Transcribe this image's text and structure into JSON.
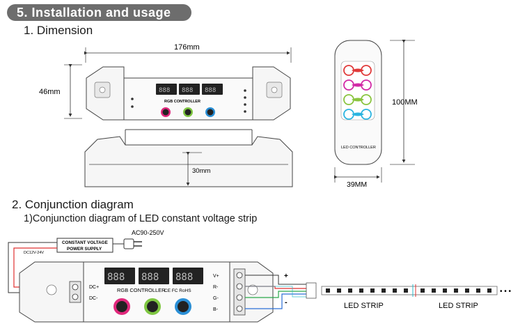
{
  "header": {
    "title": "5. Installation and usage"
  },
  "dimension": {
    "title": "1. Dimension",
    "width_label": "176mm",
    "height_label": "46mm",
    "depth_label": "30mm",
    "remote_height_label": "100MM",
    "remote_width_label": "39MM",
    "remote_text": "LED CONTROLLER",
    "controller_text": "RGB CONTROLLER"
  },
  "conjunction": {
    "title": "2. Conjunction diagram",
    "subtitle": "1)Conjunction diagram of LED constant voltage strip",
    "ac_label": "AC90-250V",
    "power_supply_line1": "CONSTANT VOLTAGE",
    "power_supply_line2": "POWER SUPPLY",
    "dc_label": "DC12V-24V",
    "controller_text": "RGB CONTROLLER",
    "cert_text": "CE FC RoHS",
    "dc_plus": "DC+",
    "dc_minus": "DC-",
    "v_plus": "V+",
    "r_minus": "R-",
    "g_minus": "G-",
    "b_minus": "B-",
    "plus_sign": "+",
    "minus_sign": "-",
    "strip_label_1": "LED STRIP",
    "strip_label_2": "LED STRIP",
    "ellipsis": "• • •"
  },
  "colors": {
    "header_bg": "#6d6d6d",
    "red_wire": "#e03030",
    "green_wire": "#2aa84a",
    "blue_wire": "#2b6fd6",
    "cyan_wire": "#29b7c8"
  }
}
